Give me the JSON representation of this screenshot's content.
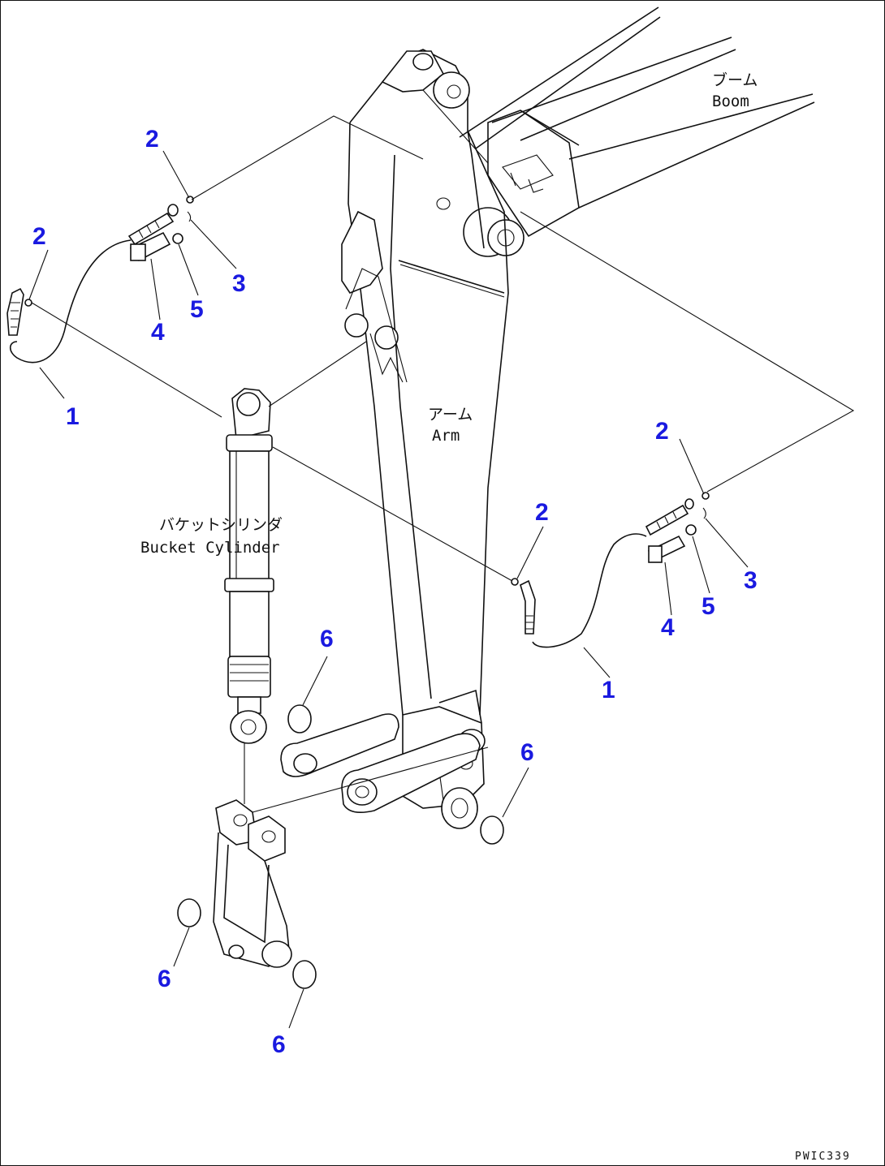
{
  "labels": {
    "boom_jp": "ブーム",
    "boom_en": "Boom",
    "arm_jp": "アーム",
    "arm_en": "Arm",
    "cylinder_jp": "バケットシリンダ",
    "cylinder_en": "Bucket Cylinder"
  },
  "callouts": {
    "c2_top": "2",
    "c2_left": "2",
    "c3_top": "3",
    "c4_top": "4",
    "c5_top": "5",
    "c1_left": "1",
    "c2_right_top": "2",
    "c2_mid": "2",
    "c3_right": "3",
    "c4_right": "4",
    "c5_right": "5",
    "c1_right": "1",
    "c6_upper": "6",
    "c6_right": "6",
    "c6_lower_left": "6",
    "c6_bottom": "6"
  },
  "drawing_code": "PWIC339",
  "colors": {
    "callout": "#1a1ae0",
    "line": "#111111"
  }
}
